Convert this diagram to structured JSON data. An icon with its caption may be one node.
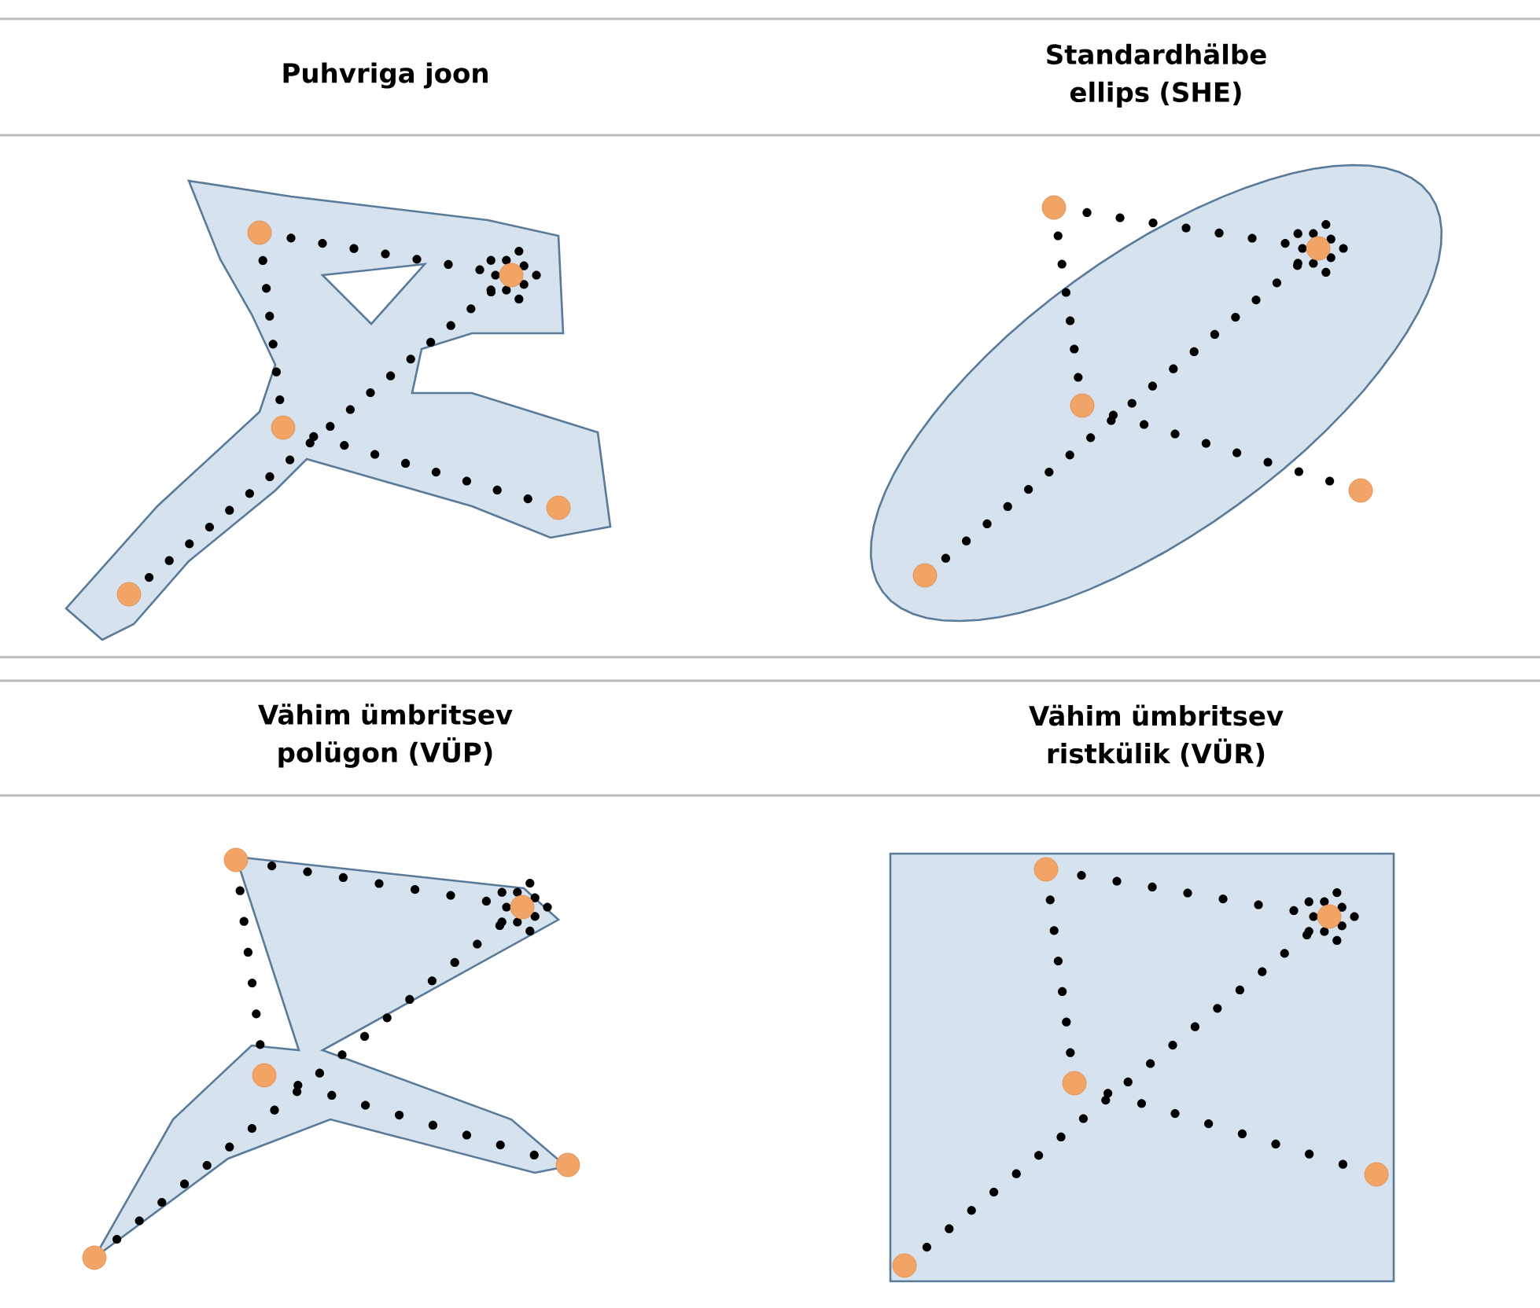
{
  "diagram": {
    "labels": [
      "Puhvriga joon",
      "Standardhälbe ellips (SHE)",
      "Vähim ümbritsev polügon (VÜP)",
      "Vähim ümbritsev ristkülik (VÜR)"
    ]
  }
}
